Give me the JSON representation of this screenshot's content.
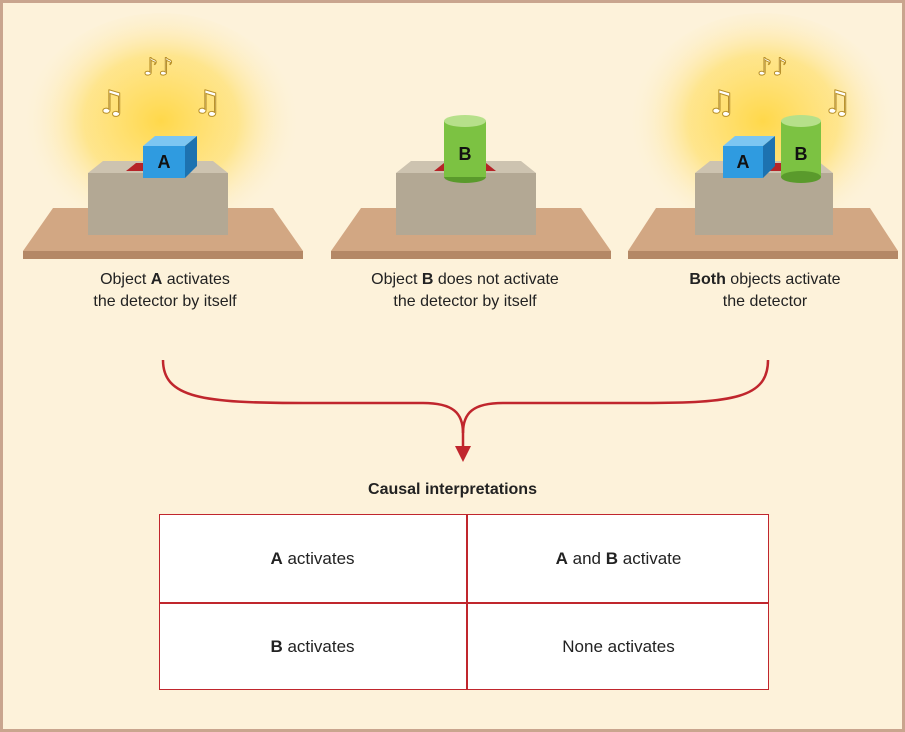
{
  "scenes": [
    {
      "caption_line1_pre": "Object ",
      "caption_line1_bold": "A",
      "caption_line1_post": " activates",
      "caption_line2": "the detector by itself",
      "objects": [
        "A"
      ],
      "glow": true
    },
    {
      "caption_line1_pre": "Object ",
      "caption_line1_bold": "B",
      "caption_line1_post": " does not activate",
      "caption_line2": "the detector by itself",
      "objects": [
        "B"
      ],
      "glow": false
    },
    {
      "caption_line1_pre": "",
      "caption_line1_bold": "Both",
      "caption_line1_post": " objects activate",
      "caption_line2": "the detector",
      "objects": [
        "A",
        "B"
      ],
      "glow": true
    }
  ],
  "labels": {
    "a": "A",
    "b": "B"
  },
  "title": "Causal interpretations",
  "table": {
    "cell1_bold": "A",
    "cell1_text": " activates",
    "cell2_bold1": "A",
    "cell2_mid": " and ",
    "cell2_bold2": "B",
    "cell2_text": " activate",
    "cell3_bold": "B",
    "cell3_text": " activates",
    "cell4_text": "None activates"
  },
  "colors": {
    "background": "#fdf2da",
    "frame": "#c9a58e",
    "accent_red": "#c0262d",
    "cube_blue": "#2f9be0",
    "cylinder_green": "#7cc242",
    "glow": "#ffd84a"
  }
}
